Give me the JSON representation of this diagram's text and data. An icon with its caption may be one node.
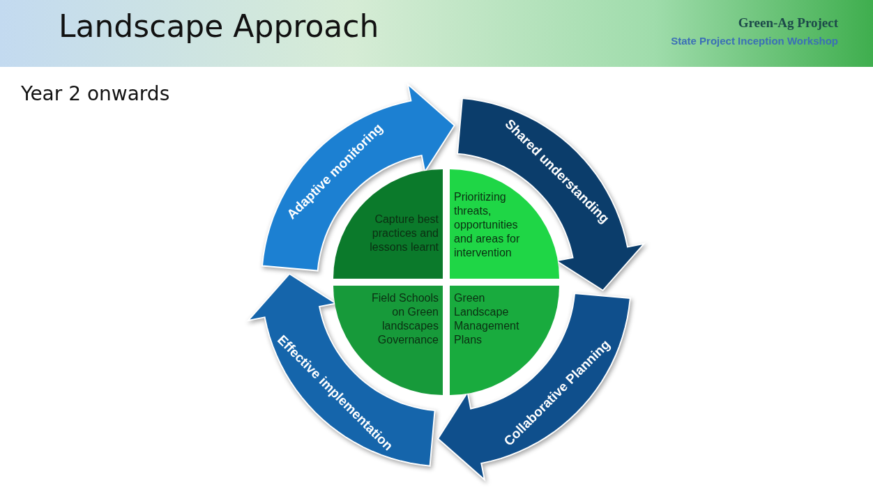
{
  "diagram": {
    "title": "Landscape Approach",
    "nodes": [
      {
        "text": [
          "Adaptive monitoring"
        ]
      },
      {
        "text": [
          "Shared understanding"
        ]
      },
      {
        "text": [
          "Effective implementation"
        ]
      },
      {
        "text": [
          "Collaborative Planning"
        ]
      },
      {
        "text": [
          "Capture best practices and lessons learnt"
        ]
      },
      {
        "text": [
          "Prioritizing threats, opportunities and areas for intervention"
        ]
      },
      {
        "text": [
          "Field Schools on Green landscapes Governance"
        ]
      },
      {
        "text": [
          "Green Landscape Management Plans"
        ]
      }
    ],
    "labels": [
      "Green-Ag Project",
      "State Project Inception Workshop",
      "Year 2 onwards"
    ]
  }
}
